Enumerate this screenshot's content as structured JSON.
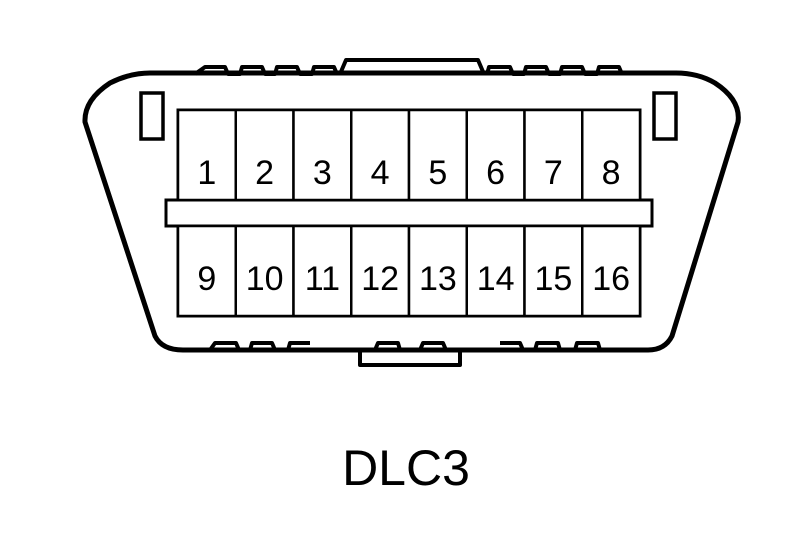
{
  "diagram": {
    "caption": "DLC3",
    "top_row": [
      "1",
      "2",
      "3",
      "4",
      "5",
      "6",
      "7",
      "8"
    ],
    "bottom_row": [
      "9",
      "10",
      "11",
      "12",
      "13",
      "14",
      "15",
      "16"
    ]
  }
}
